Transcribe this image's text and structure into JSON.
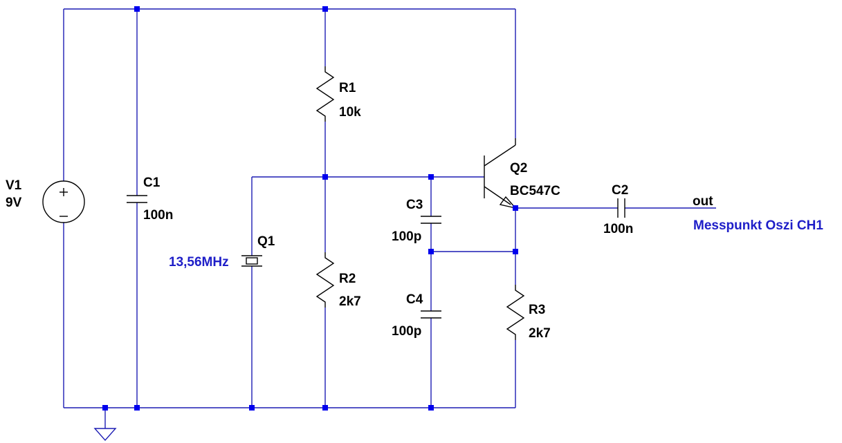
{
  "colors": {
    "wire": "#1c1cb4",
    "component": "#000000",
    "junction": "#0000ee",
    "annotation": "#1e1ec8"
  },
  "components": {
    "v1": {
      "ref": "V1",
      "value": "9V",
      "icon": "voltage-source-icon"
    },
    "c1": {
      "ref": "C1",
      "value": "100n",
      "icon": "capacitor-icon"
    },
    "r1": {
      "ref": "R1",
      "value": "10k",
      "icon": "resistor-icon"
    },
    "r2": {
      "ref": "R2",
      "value": "2k7",
      "icon": "resistor-icon"
    },
    "q1": {
      "ref": "Q1",
      "value": "13,56MHz",
      "icon": "crystal-icon"
    },
    "c3": {
      "ref": "C3",
      "value": "100p",
      "icon": "capacitor-icon"
    },
    "c4": {
      "ref": "C4",
      "value": "100p",
      "icon": "capacitor-icon"
    },
    "q2": {
      "ref": "Q2",
      "value": "BC547C",
      "icon": "npn-transistor-icon"
    },
    "r3": {
      "ref": "R3",
      "value": "2k7",
      "icon": "resistor-icon"
    },
    "c2": {
      "ref": "C2",
      "value": "100n",
      "icon": "capacitor-icon"
    }
  },
  "net_labels": {
    "out": "out",
    "comment": "Messpunkt Oszi CH1"
  },
  "ground": {
    "icon": "ground-icon"
  }
}
